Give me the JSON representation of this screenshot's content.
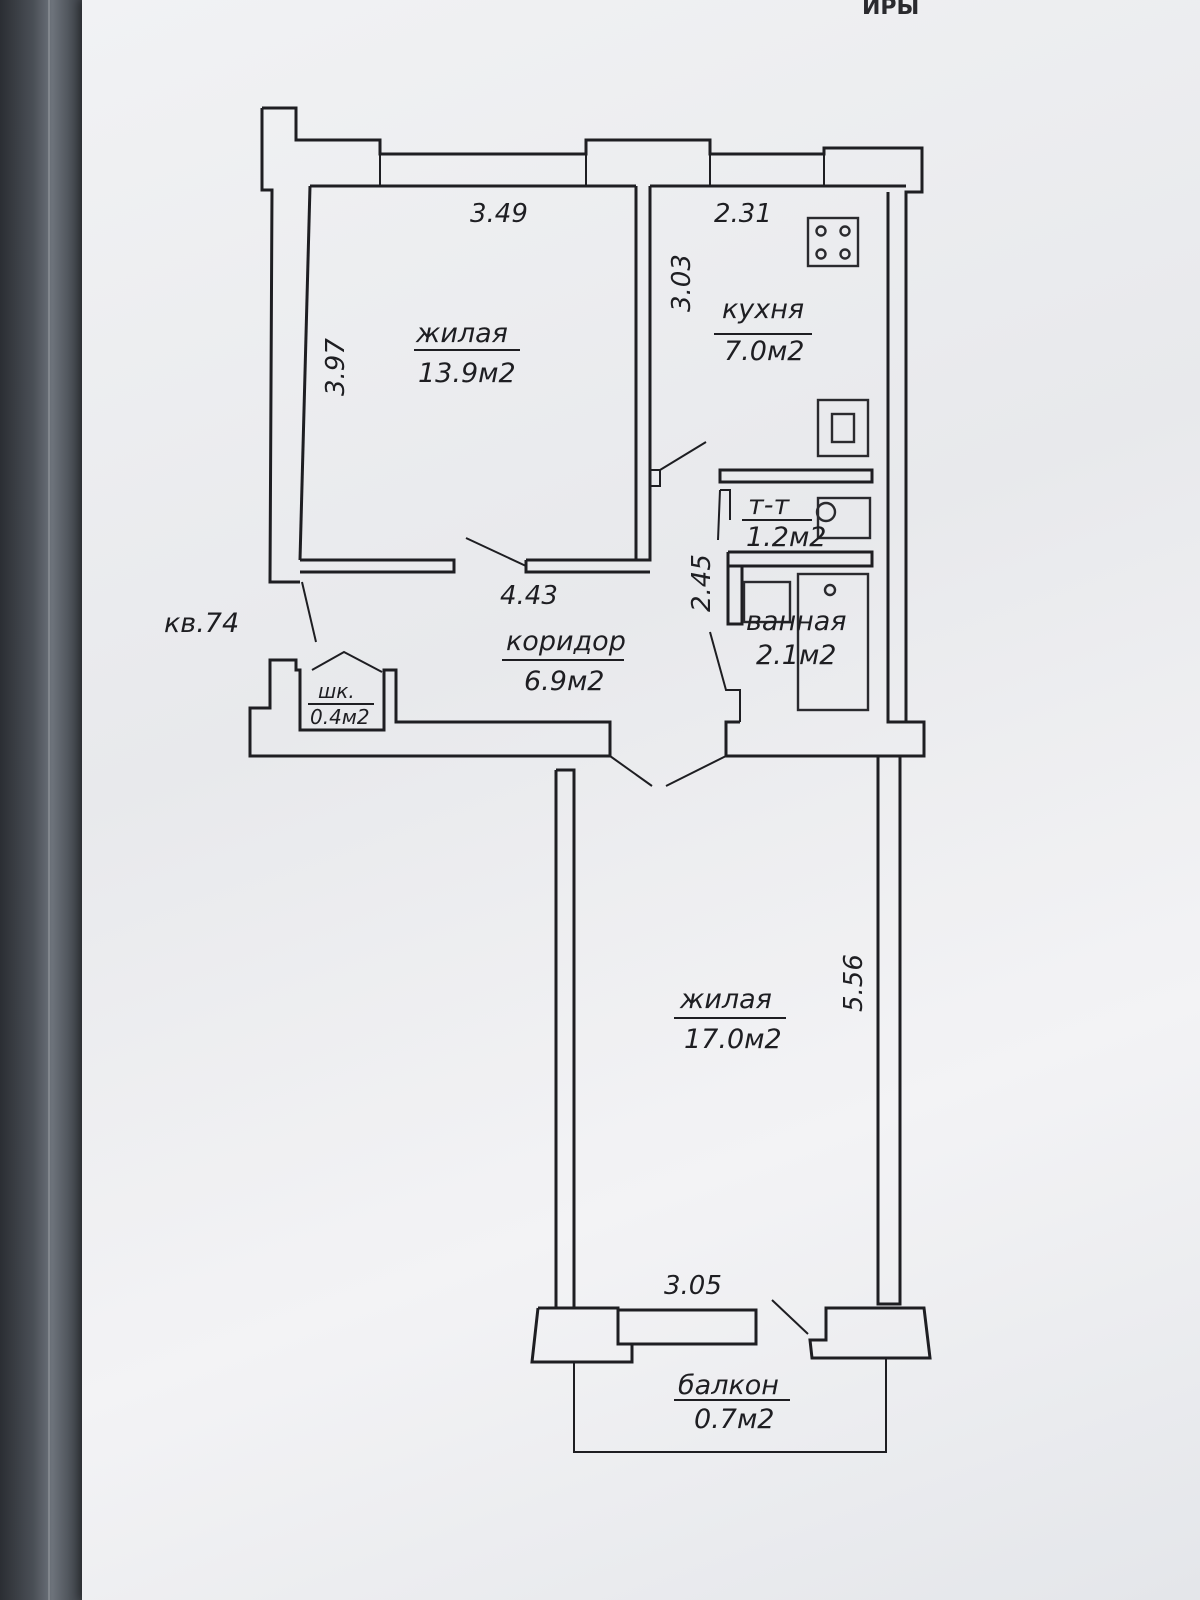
{
  "document": {
    "header_fragment": "ИРЫ",
    "apartment_label": "кв.74"
  },
  "rooms": {
    "living_room_1": {
      "name": "жилая",
      "area": "13.9м2"
    },
    "kitchen": {
      "name": "кухня",
      "area": "7.0м2"
    },
    "toilet": {
      "name": "т-т",
      "area": "1.2м2"
    },
    "bathroom": {
      "name": "ванная",
      "area": "2.1м2"
    },
    "corridor": {
      "name": "коридор",
      "area": "6.9м2"
    },
    "closet": {
      "name": "шк.",
      "area": "0.4м2"
    },
    "living_room_2": {
      "name": "жилая",
      "area": "17.0м2"
    },
    "balcony": {
      "name": "балкон",
      "area": "0.7м2"
    }
  },
  "dimensions": {
    "living1_width": "3.49",
    "living1_depth": "3.97",
    "kitchen_width": "2.31",
    "kitchen_depth": "3.03",
    "corridor_length": "4.43",
    "bath_block_depth": "2.45",
    "living2_depth": "5.56",
    "living2_width": "3.05"
  },
  "colors": {
    "paper": "#eceef1",
    "ink": "#1e1e22"
  }
}
